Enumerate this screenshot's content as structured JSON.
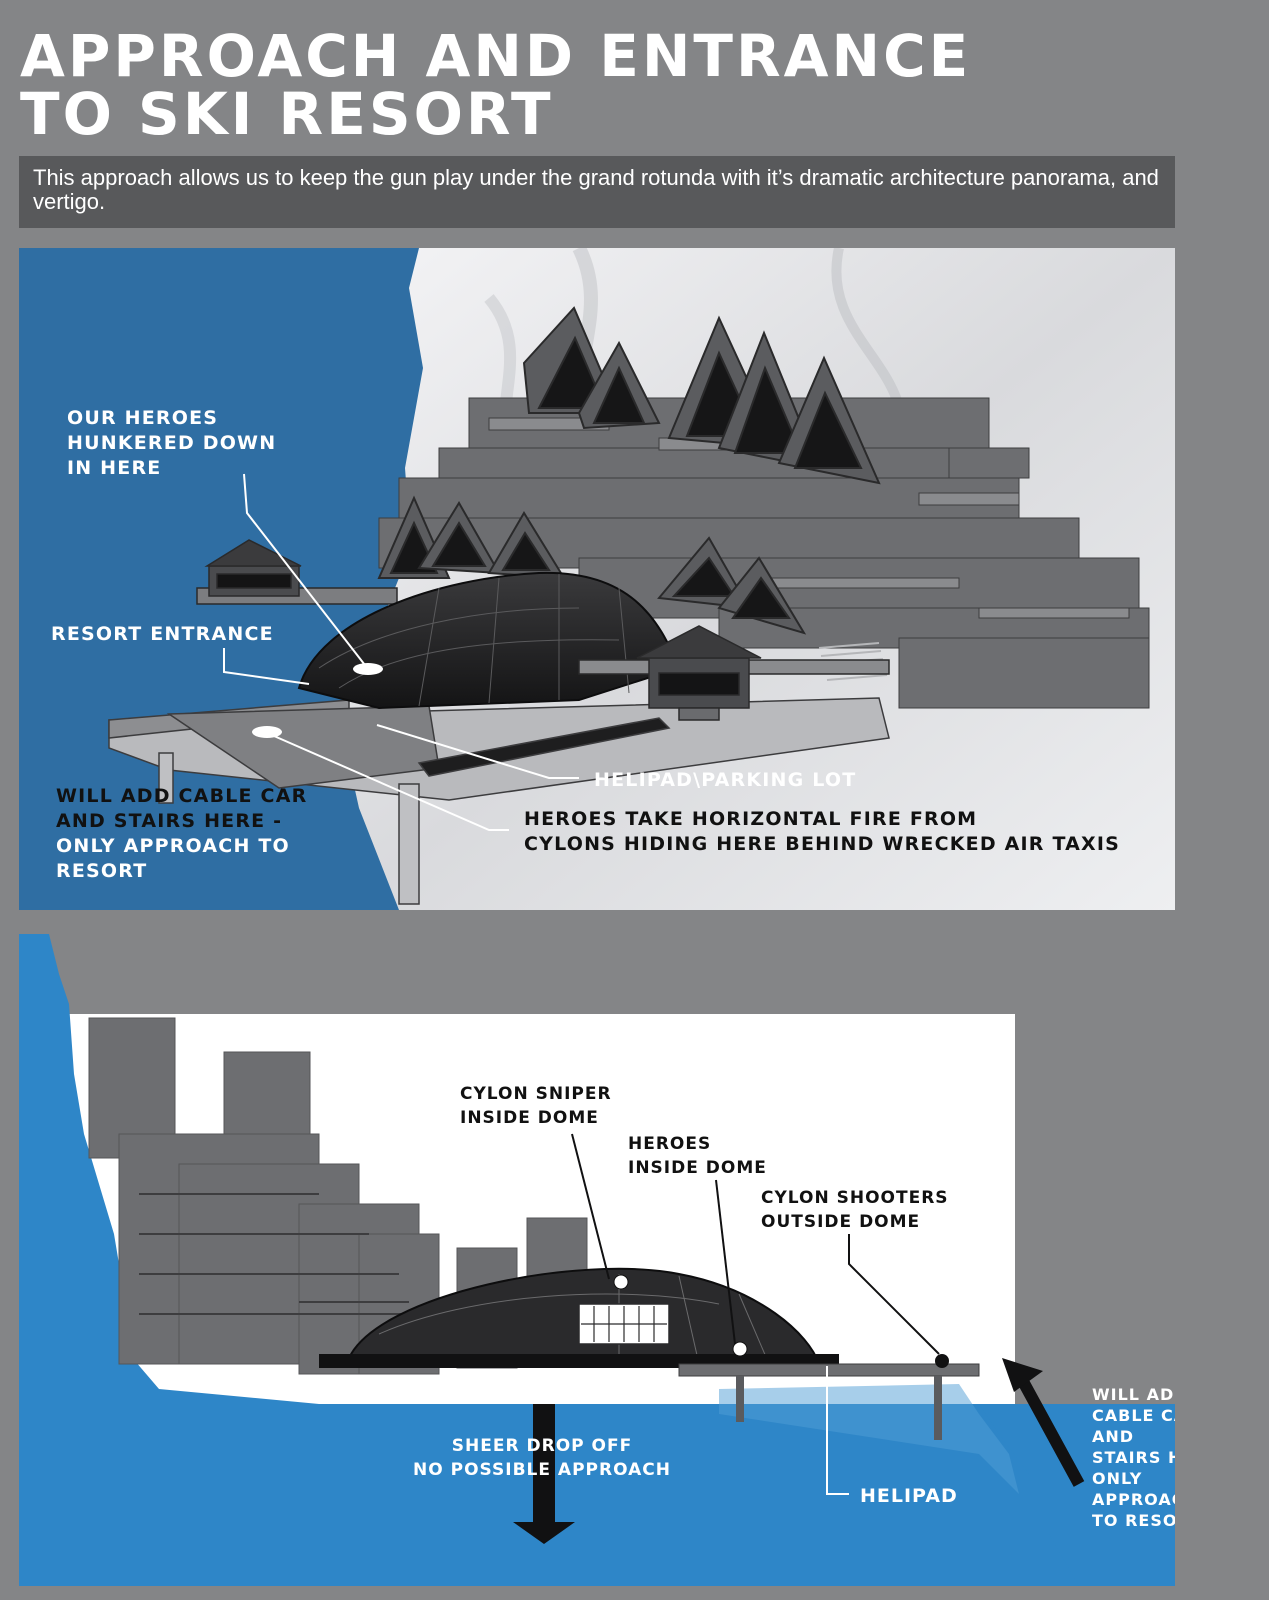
{
  "title": {
    "line1": "APPROACH AND ENTRANCE",
    "line2": "TO SKI RESORT"
  },
  "description": "This approach allows us to keep the gun play under the grand rotunda with it’s dramatic architecture panorama, and vertigo.",
  "panel1": {
    "label_heroes": [
      "OUR HEROES",
      "HUNKERED DOWN",
      "IN HERE"
    ],
    "label_entrance": "RESORT ENTRANCE",
    "label_helipad": "HELIPAD\\PARKING LOT",
    "label_cable": [
      "WILL ADD CABLE CAR",
      "AND STAIRS HERE -"
    ],
    "label_only": [
      "ONLY APPROACH TO",
      "RESORT"
    ],
    "label_fire": [
      "HEROES TAKE HORIZONTAL FIRE FROM",
      "CYLONS HIDING HERE BEHIND WRECKED AIR TAXIS"
    ]
  },
  "panel2": {
    "label_sniper": [
      "CYLON SNIPER",
      "INSIDE DOME"
    ],
    "label_heroes": [
      "HEROES",
      "INSIDE DOME"
    ],
    "label_shooters": [
      "CYLON SHOOTERS",
      "OUTSIDE DOME"
    ],
    "label_drop": [
      "SHEER DROP OFF",
      "NO POSSIBLE APPROACH"
    ],
    "label_helipad": "HELIPAD",
    "label_cable": [
      "WILL ADD",
      "CABLE CAR",
      "AND",
      "STAIRS HERE",
      "ONLY",
      "APPROACH",
      "TO RESORT"
    ]
  },
  "colors": {
    "background": "#848587",
    "description_box": "#58595b",
    "sky_blue": "#2f6ea3",
    "water_blue": "#2e86c8"
  }
}
